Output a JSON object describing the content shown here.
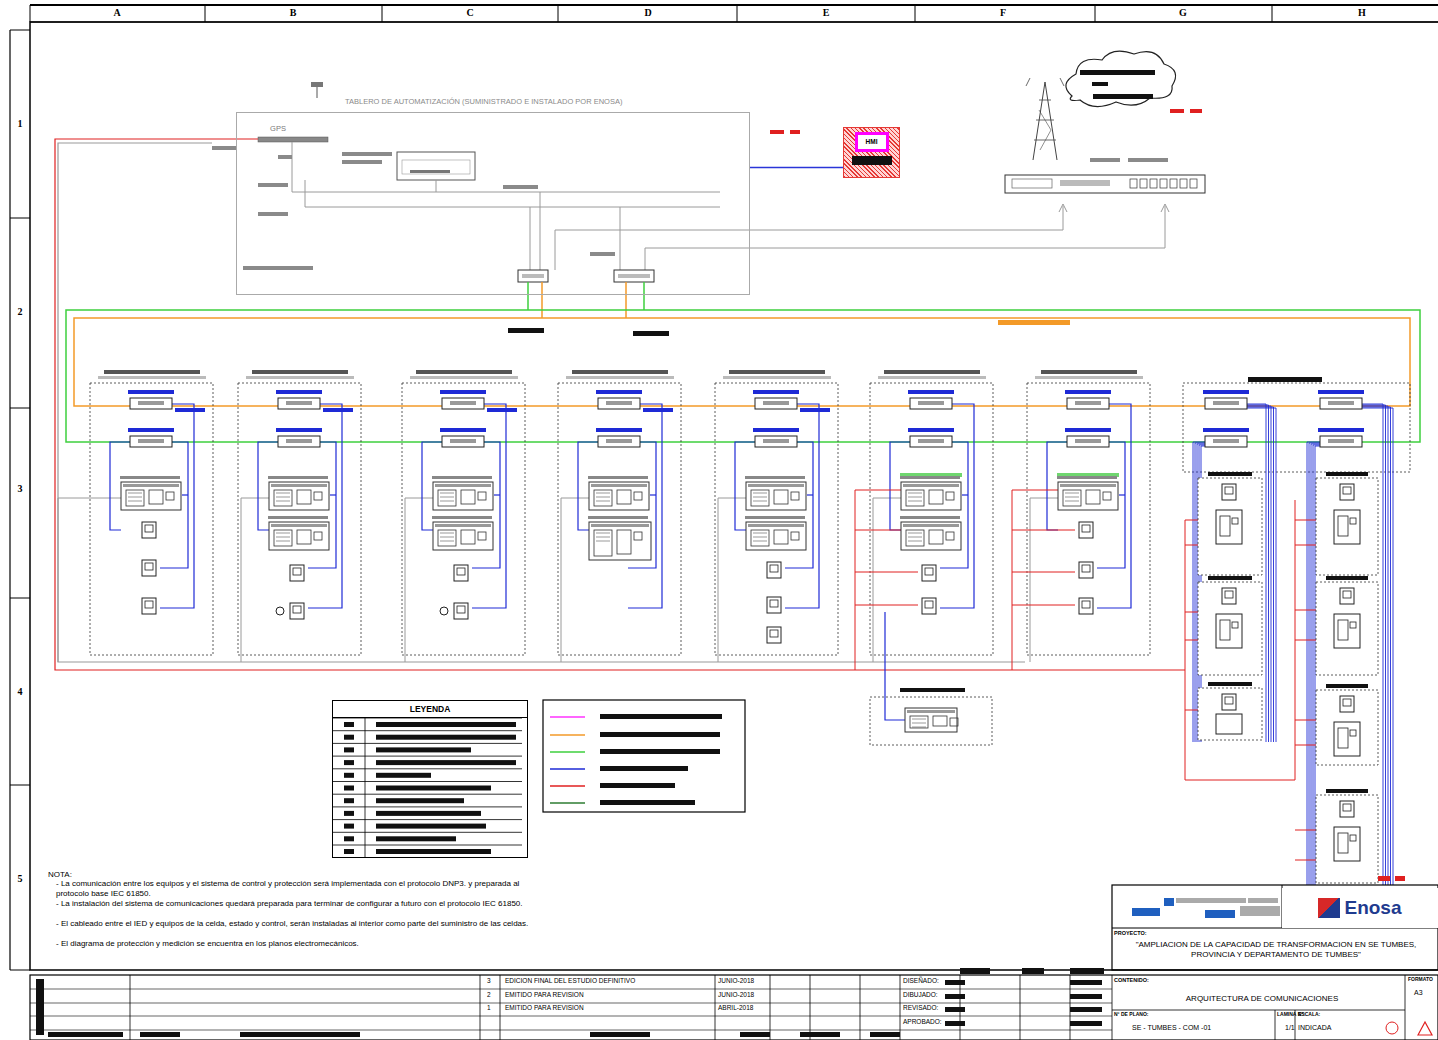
{
  "diagram": {
    "nodes": [
      {
        "text": [
          "TABLERO DE AUTOMATIZACIÓN (SUMINISTRADO E INSTALADO POR ENOSA)"
        ]
      },
      {
        "text": [
          "GPS"
        ],
        "in": 0
      },
      {
        "text": [
          "HMI"
        ]
      },
      {
        "text": [
          "LEYENDA"
        ]
      },
      {
        "text": [
          "Enosa"
        ]
      }
    ],
    "edges": [
      {
        "from": 0,
        "to": 2,
        "arrow": "none"
      }
    ],
    "labels": [
      "A",
      "B",
      "C",
      "D",
      "E",
      "F",
      "G",
      "H",
      "1",
      "2",
      "3",
      "4",
      "5",
      "NOTA:",
      "- La comunicación entre los equipos y el sistema de control y protección será implementada con el protocolo DNP3. y preparada al protocolo base IEC 61850.",
      "- La instalación del sistema de comunicaciones quedará preparada para terminar de configurar a futuro con el protocolo IEC 61850.",
      "- El cableado entre el IED y equipos de la celda, estado y control, serán instaladas al interior como parte del suministro de las celdas.",
      "- El diagrama de protección y medición se encuentra en los planos electromecánicos.",
      "PROYECTO:",
      "\"AMPLIACION DE LA CAPACIDAD DE TRANSFORMACION EN SE TUMBES, PROVINCIA Y DEPARTAMENTO DE TUMBES\"",
      "CONTENIDO:",
      "ARQUITECTURA DE COMUNICACIONES",
      "N° DE PLANO:",
      "SE - TUMBES - COM -01",
      "LAMINA N°:",
      "1/1",
      "ESCALA:",
      "INDICADA",
      "FORMATO",
      "A3",
      "3",
      "EDICION FINAL DEL ESTUDIO DEFINITIVO",
      "JUNIO-2018",
      "2",
      "EMITIDO PARA REVISION",
      "JUNIO-2018",
      "1",
      "EMITIDO PARA REVISION",
      "ABRIL-2018",
      "DISEÑADO:",
      "DIBUJADO:",
      "REVISADO:",
      "APROBADO:"
    ]
  }
}
